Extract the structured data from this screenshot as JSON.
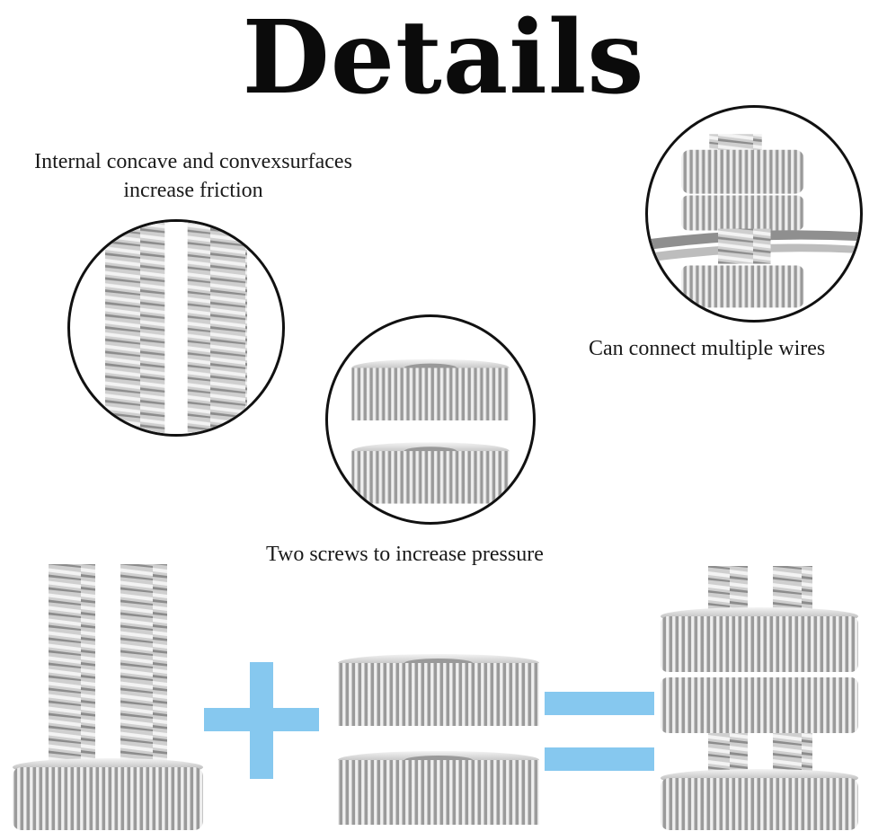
{
  "page": {
    "title": "Details",
    "captions": {
      "friction": "Internal concave and convexsurfaces increase friction",
      "wires": "Can connect multiple wires",
      "pressure": "Two screws to increase pressure"
    }
  },
  "colors": {
    "accent": "#86c8ef",
    "metal_light": "#e6e6e6",
    "metal_dark": "#8e8e8e",
    "outline": "#111111"
  },
  "icons": [
    "plus-icon",
    "equals-icon"
  ]
}
